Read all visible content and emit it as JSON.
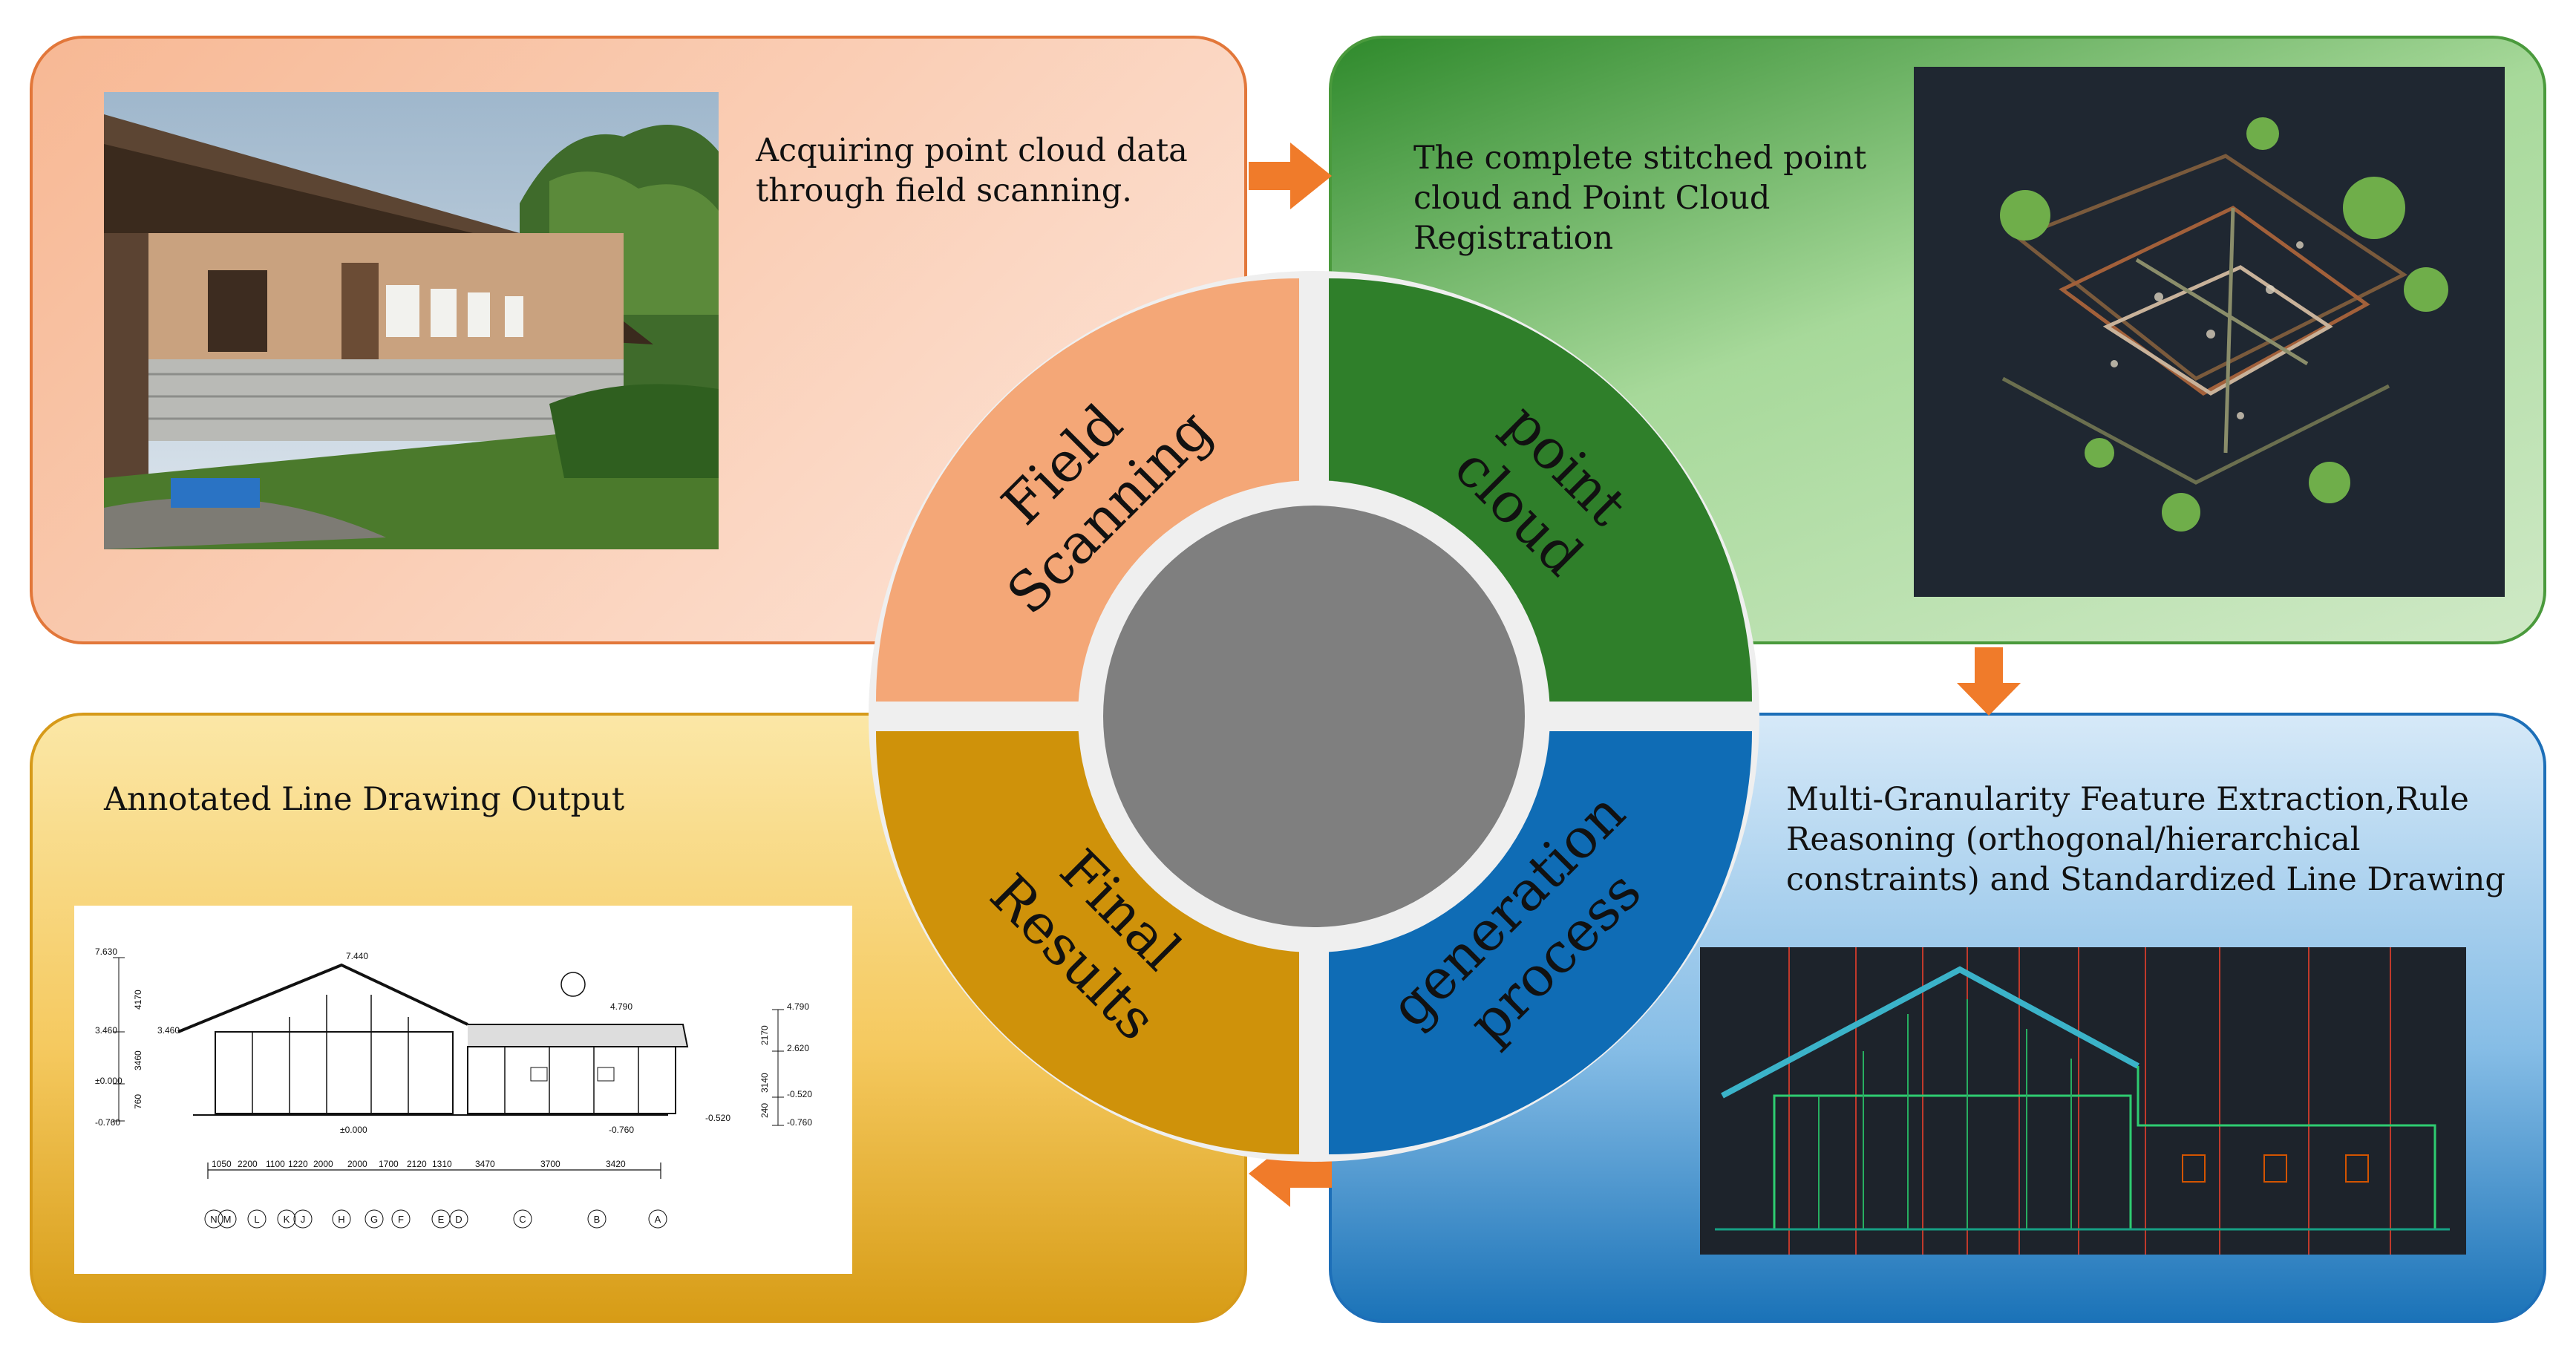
{
  "panels": {
    "scan": {
      "text": "Acquiring point cloud data through field scanning."
    },
    "cloud": {
      "text": "The complete stitched point cloud and Point Cloud Registration"
    },
    "gen": {
      "text": "Multi-Granularity Feature Extraction,Rule Reasoning (orthogonal/hierarchical constraints) and Standardized Line Drawing"
    },
    "final": {
      "text": "Annotated Line Drawing Output"
    }
  },
  "center": {
    "q1_line1": "Field",
    "q1_line2": "Scanning",
    "q2_line1": "point",
    "q2_line2": "cloud",
    "q3_line1": "generation",
    "q3_line2": "process",
    "q4_line1": "Final",
    "q4_line2": "Results"
  },
  "drawing": {
    "elev_left": [
      "7.630",
      "3.460",
      "±0.000",
      "-0.760"
    ],
    "elev_left2": "3.460",
    "elev_top": "7.440",
    "elev_mid": "4.790",
    "elev_right": [
      "4.790",
      "2.620",
      "-0.520",
      "-0.760"
    ],
    "elev_center": "±0.000",
    "elev_center2": "-0.760",
    "elev_right2": "-0.520",
    "dims_left": [
      "4170",
      "3460",
      "760"
    ],
    "dims_right": [
      "2170",
      "3140",
      "240"
    ],
    "dims": [
      "1050",
      "2200",
      "1100",
      "1220",
      "2000",
      "2000",
      "1700",
      "2120",
      "1310",
      "3470",
      "3700",
      "3420"
    ],
    "axes": [
      "N",
      "M",
      "L",
      "K",
      "J",
      "H",
      "G",
      "F",
      "E",
      "D",
      "C",
      "B",
      "A"
    ]
  },
  "colors": {
    "scan": "#f7b894",
    "cloud": "#2f7f2a",
    "gen": "#0f6cb5",
    "final": "#cf920a",
    "hub": "#7f7f7f",
    "ring": "#efefef",
    "arrow": "#f07b2a"
  }
}
